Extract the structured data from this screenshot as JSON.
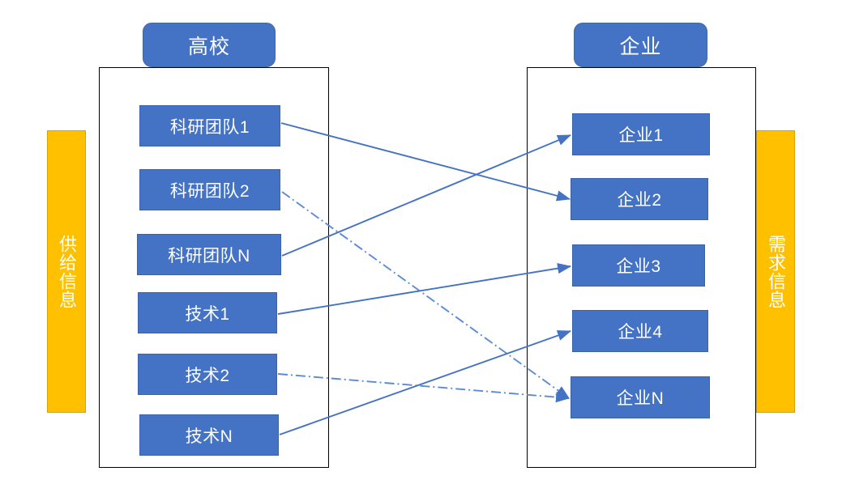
{
  "diagram": {
    "title_left": "高校",
    "title_right": "企业",
    "side_panels": {
      "left_label": "供给信息",
      "right_label": "需求信息"
    },
    "colors": {
      "node_blue": "#4472C4",
      "panel_yellow": "#FFC000",
      "container_border": "#000000",
      "connector_blue": "#4472C4",
      "text_white": "#FFFFFF",
      "background": "#FFFFFF"
    },
    "left_column": {
      "heading": "高校",
      "nodes": [
        {
          "id": "l0",
          "label": "科研团队1"
        },
        {
          "id": "l1",
          "label": "科研团队2"
        },
        {
          "id": "l2",
          "label": "科研团队N"
        },
        {
          "id": "l3",
          "label": "技术1"
        },
        {
          "id": "l4",
          "label": "技术2"
        },
        {
          "id": "l5",
          "label": "技术N"
        }
      ]
    },
    "right_column": {
      "heading": "企业",
      "nodes": [
        {
          "id": "r0",
          "label": "企业1"
        },
        {
          "id": "r1",
          "label": "企业2"
        },
        {
          "id": "r2",
          "label": "企业3"
        },
        {
          "id": "r3",
          "label": "企业4"
        },
        {
          "id": "r4",
          "label": "企业N"
        }
      ]
    },
    "connections": [
      {
        "from": "科研团队1",
        "to": "企业2",
        "style": "solid",
        "arrow": true
      },
      {
        "from": "科研团队2",
        "to": "企业N",
        "style": "dash-dot",
        "arrow": true
      },
      {
        "from": "科研团队N",
        "to": "企业1",
        "style": "solid",
        "arrow": true
      },
      {
        "from": "技术1",
        "to": "企业3",
        "style": "solid",
        "arrow": true
      },
      {
        "from": "技术2",
        "to": "企业N",
        "style": "dash-dot",
        "arrow": true
      },
      {
        "from": "技术N",
        "to": "企业4",
        "style": "solid",
        "arrow": true
      }
    ]
  }
}
